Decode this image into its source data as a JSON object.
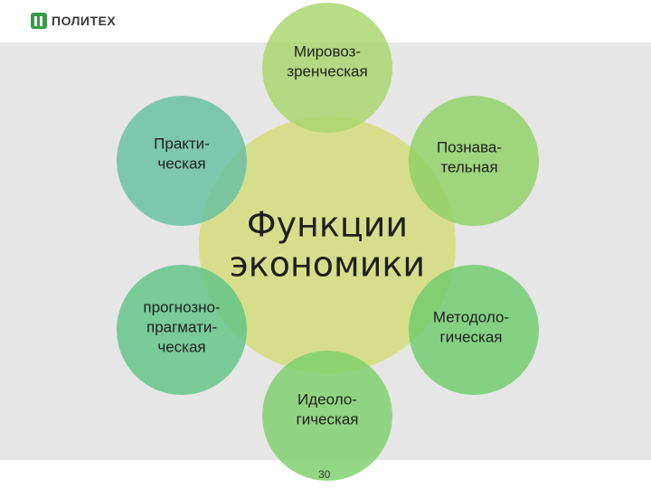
{
  "header": {
    "logo_text": "ПОЛИТЕХ"
  },
  "diagram": {
    "center": {
      "lines": [
        "Функции",
        "экономики"
      ],
      "color": "#d3dc7a"
    },
    "nodes": [
      {
        "id": "mirovozzrencheskaya",
        "lines": [
          "Мировоз-",
          "зренческая"
        ],
        "color": "#a7d66b"
      },
      {
        "id": "poznavatelnaya",
        "lines": [
          "Познава-",
          "тельная"
        ],
        "color": "#8fd165"
      },
      {
        "id": "metodologicheskaya",
        "lines": [
          "Методоло-",
          "гическая"
        ],
        "color": "#6fcc6d"
      },
      {
        "id": "ideologicheskaya",
        "lines": [
          "Идеоло-",
          "гическая"
        ],
        "color": "#7ccf6a"
      },
      {
        "id": "prognozno",
        "lines": [
          "прогнозно-",
          "прагмати-",
          "ческая"
        ],
        "color": "#5fc585"
      },
      {
        "id": "prakticheskaya",
        "lines": [
          "Практи-",
          "ческая"
        ],
        "color": "#67bfa2"
      }
    ]
  },
  "footer": {
    "page_number": "30"
  },
  "colors": {
    "band": "#e6e6e6",
    "logo_green": "#3a9a46"
  }
}
